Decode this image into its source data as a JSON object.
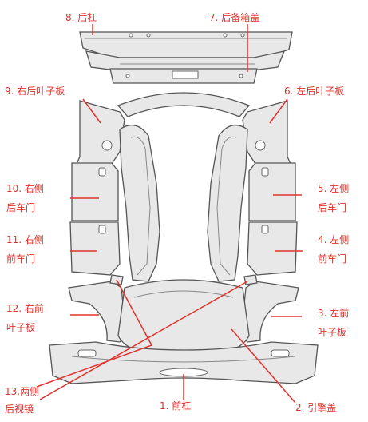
{
  "labels": {
    "rear_bumper": "8. 后杠",
    "trunk_lid": "7. 后备箱盖",
    "right_rear_quarter": "9. 右后叶子板",
    "left_rear_quarter": "6. 左后叶子板",
    "right_rear_door_line1": "10. 右侧",
    "right_rear_door_line2": "后车门",
    "left_rear_door_line1": "5. 左侧",
    "left_rear_door_line2": "后车门",
    "right_front_door_line1": "11. 右侧",
    "right_front_door_line2": "前车门",
    "left_front_door_line1": "4. 左侧",
    "left_front_door_line2": "前车门",
    "right_front_fender_line1": "12. 右前",
    "right_front_fender_line2": "叶子板",
    "left_front_fender_line1": "3. 左前",
    "left_front_fender_line2": "叶子板",
    "mirrors_line1": "13.两侧",
    "mirrors_line2": "后视镜",
    "front_bumper": "1. 前杠",
    "hood": "2. 引擎盖"
  },
  "colors": {
    "label": "#e0322c",
    "leader": "#e0322c",
    "outline": "#555555",
    "panel": "#e8e8e8"
  }
}
